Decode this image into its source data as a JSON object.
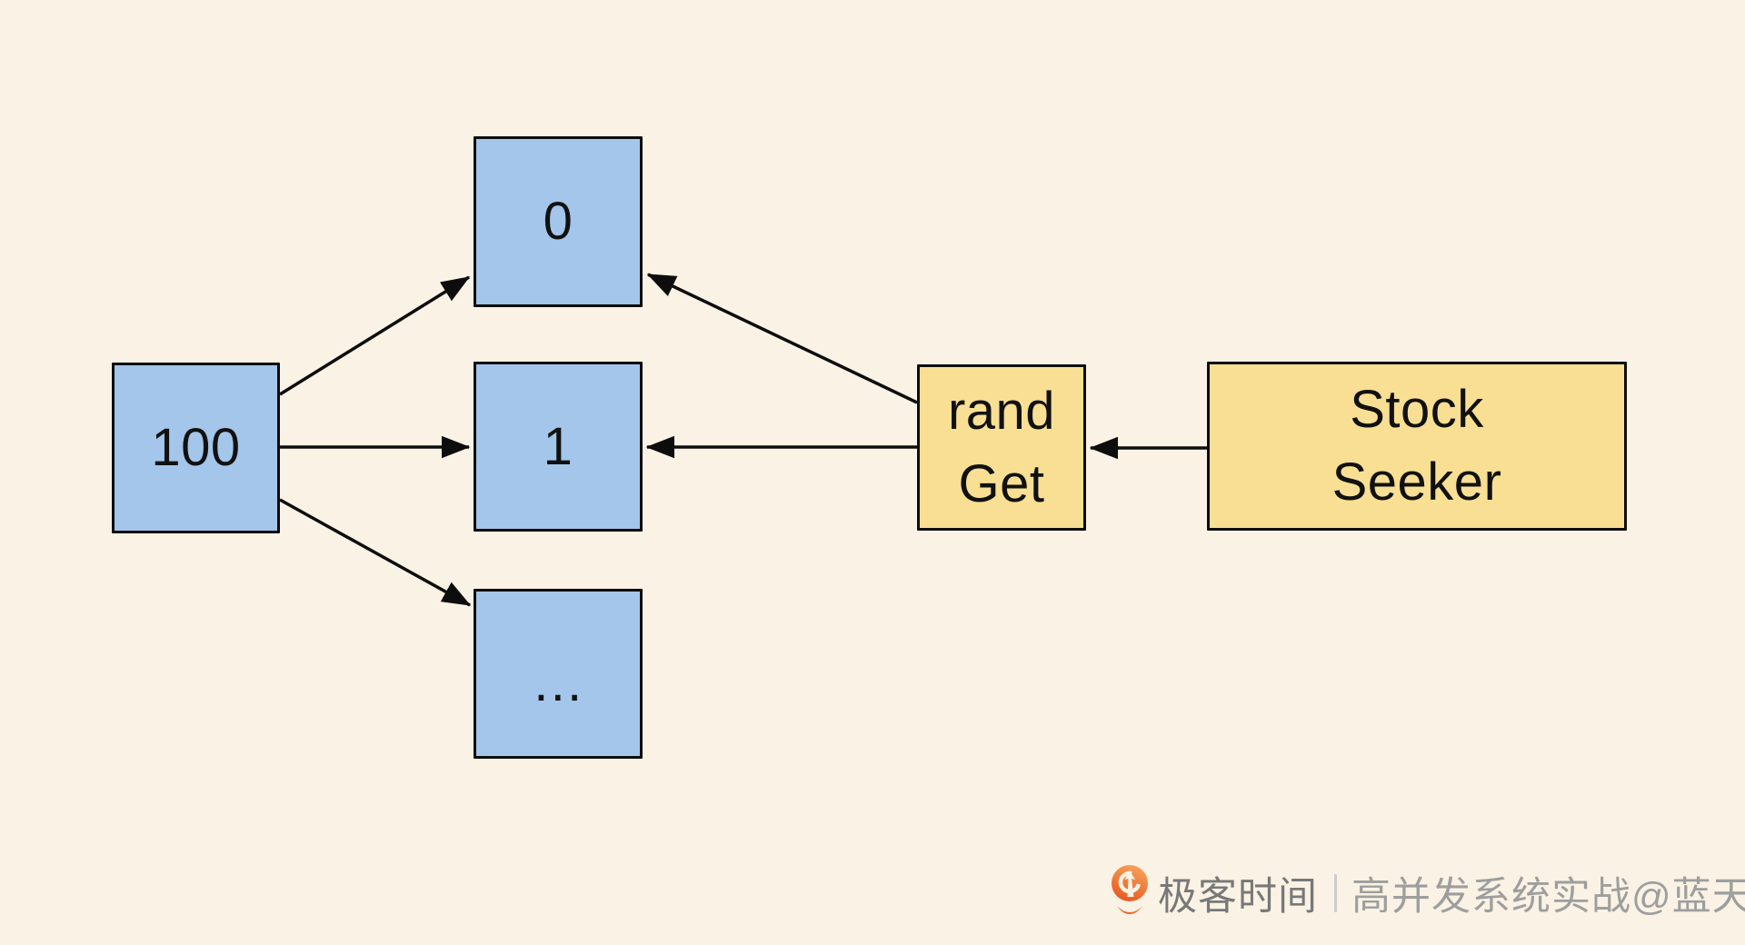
{
  "colors": {
    "background": "#FAF2E4",
    "node_blue_fill": "#A3C6EA",
    "node_yellow_fill": "#F8DF93",
    "stroke_black": "#0d0d0d",
    "watermark_brand_gray": "#787878",
    "watermark_credit_gray": "#9e9e9e",
    "watermark_divider_gray": "#cccccc",
    "logo_orange_light": "#F6A35B",
    "logo_orange_dark": "#E7581F"
  },
  "diagram": {
    "nodes": {
      "source": {
        "label": "100"
      },
      "bucket_0": {
        "label": "0"
      },
      "bucket_1": {
        "label": "1"
      },
      "bucket_more": {
        "label": "…"
      },
      "rand_get": {
        "line1": "rand",
        "line2": "Get"
      },
      "stock_seeker": {
        "line1": "Stock",
        "line2": "Seeker"
      }
    },
    "edges": [
      {
        "from": "source",
        "to": "bucket_0"
      },
      {
        "from": "source",
        "to": "bucket_1"
      },
      {
        "from": "source",
        "to": "bucket_more"
      },
      {
        "from": "rand_get",
        "to": "bucket_0"
      },
      {
        "from": "rand_get",
        "to": "bucket_1"
      },
      {
        "from": "stock_seeker",
        "to": "rand_get"
      }
    ]
  },
  "watermark": {
    "brand": "极客时间",
    "credit": "高并发系统实战@蓝天"
  }
}
